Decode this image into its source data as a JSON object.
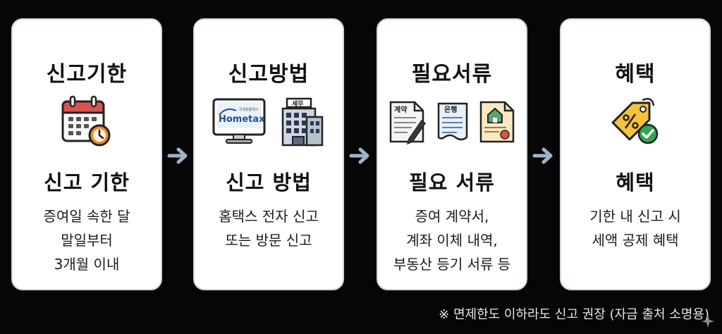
{
  "colors": {
    "background": "#060606",
    "card": "#ffffff",
    "arrow": "#9fb3c8",
    "accent_red": "#d9534f",
    "accent_orange": "#f08a24",
    "accent_green": "#2fa84f",
    "hometax_blue": "#1f4f8f"
  },
  "cards": [
    {
      "title": "신고기한",
      "icon": "calendar-clock-icon",
      "subtitle": "신고 기한",
      "lines": [
        "증여일 속한 달",
        "말일부터",
        "3개월 이내"
      ]
    },
    {
      "title": "신고방법",
      "icon": "computer-and-building-icon",
      "monitor_text": "Hometax",
      "monitor_small_text": "국세청홈택스",
      "building_sign": "세무",
      "subtitle": "신고 방법",
      "lines": [
        "홈택스 전자 신고",
        "또는 방문 신고"
      ]
    },
    {
      "title": "필요서류",
      "icon": "documents-icon",
      "doc_labels": [
        "계약",
        "은행"
      ],
      "subtitle": "필요 서류",
      "lines": [
        "증여 계약서,",
        "계좌 이체 내역,",
        "부동산 등기 서류 등"
      ]
    },
    {
      "title": "혜택",
      "icon": "discount-tag-icon",
      "subtitle": "혜택",
      "lines": [
        "기한 내 신고 시",
        "세액 공제 혜택"
      ]
    }
  ],
  "footnote": "※ 면제한도 이하라도 신고 권장 (자금 출처 소명용)"
}
